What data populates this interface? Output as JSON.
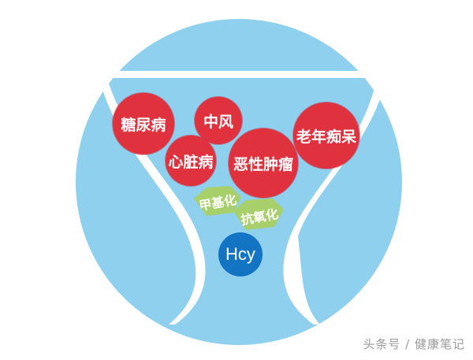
{
  "diagram": {
    "colors": {
      "background": "#ffffff",
      "circle": "#8fd0ee",
      "divider": "#ffffff",
      "disease_fill": "#e0313f",
      "process_fill": "#a7cf6a",
      "hcy_fill": "#1474c4",
      "text": "#ffffff"
    },
    "diseases": [
      {
        "label": "糖尿病"
      },
      {
        "label": "中风"
      },
      {
        "label": "老年痴呆"
      },
      {
        "label": "心脏病"
      },
      {
        "label": "恶性肿瘤"
      }
    ],
    "processes": [
      {
        "label": "甲基化"
      },
      {
        "label": "抗氧化"
      }
    ],
    "center": {
      "label": "Hcy"
    }
  },
  "watermark": {
    "text": "头条号 / 健康笔记"
  }
}
